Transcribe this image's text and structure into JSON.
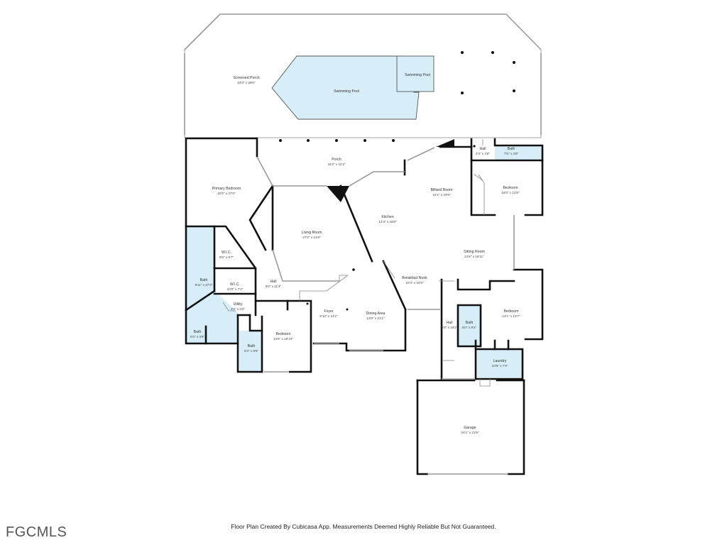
{
  "rooms": [
    {
      "name": "Screened Porch",
      "dim": "83'3\" x 28'6\""
    },
    {
      "name": "Swimming Pool",
      "dim": ""
    },
    {
      "name": "Swimming Pool",
      "dim": ""
    },
    {
      "name": "Porch",
      "dim": "44'2\" x 11'2\""
    },
    {
      "name": "Hall",
      "dim": "4'3\" x 4'8\""
    },
    {
      "name": "Bath",
      "dim": "7'5\" x 4'8\""
    },
    {
      "name": "Primary Bedroom",
      "dim": "20'2\" x 27'0\""
    },
    {
      "name": "Billiard Room",
      "dim": "15'1\" x 19'9\""
    },
    {
      "name": "Bedroom",
      "dim": "16'0\" x 12'8\""
    },
    {
      "name": "Kitchen",
      "dim": "12'4\" x 18'8\""
    },
    {
      "name": "Living Room",
      "dim": "27'2\" x 21'8\""
    },
    {
      "name": "W.I.C.",
      "dim": "9'6\" x 9'7\""
    },
    {
      "name": "Sitting Room",
      "dim": "21'6\" x 16'11\""
    },
    {
      "name": "Bath",
      "dim": "9'11\" x 27'3\""
    },
    {
      "name": "Breakfast Nook",
      "dim": "10'4\" x 16'3\""
    },
    {
      "name": "Hall",
      "dim": "9'8\" x 11'4\""
    },
    {
      "name": "W.I.C.",
      "dim": "10'0\" x 7'1\""
    },
    {
      "name": "Utility",
      "dim": "3'2\" x 3'2\""
    },
    {
      "name": "Foyer",
      "dim": "9'10\" x 14'2\""
    },
    {
      "name": "Dining Area",
      "dim": "13'6\" x 21'1\""
    },
    {
      "name": "Bedroom",
      "dim": "14'1\" x 13'7\""
    },
    {
      "name": "Hall",
      "dim": "6'8\" x 19'2\""
    },
    {
      "name": "Bath",
      "dim": "5'0\" x 9'2\""
    },
    {
      "name": "Bath",
      "dim": "5'0\" x 3'8\""
    },
    {
      "name": "Bath",
      "dim": "5'3\" x 9'5\""
    },
    {
      "name": "Bedroom",
      "dim": "14'5\" x 16'10\""
    },
    {
      "name": "Laundry",
      "dim": "10'9\" x 7'3\""
    },
    {
      "name": "Garage",
      "dim": "24'1\" x 21'9\""
    }
  ],
  "footer": "Floor Plan Created By Cubicasa App. Measurements Deemed Highly Reliable But Not Guaranteed.",
  "logo": "FGCMLS",
  "colors": {
    "wall": "#111111",
    "water": "#d7eef8",
    "window": "#9a9a9a"
  }
}
